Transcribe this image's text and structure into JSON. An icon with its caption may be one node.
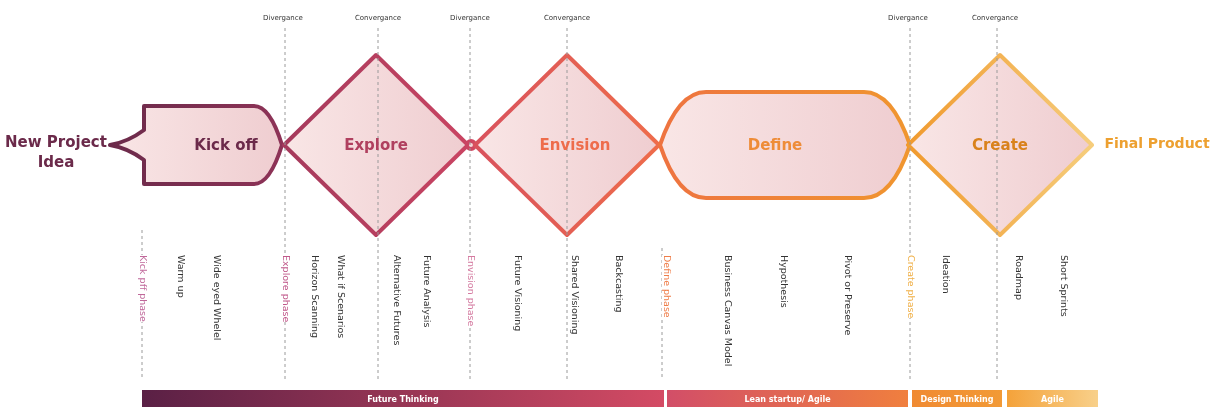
{
  "diagram": {
    "nodes": [
      {
        "text": [
          "New Project Idea"
        ]
      },
      {
        "text": [
          "Kick off"
        ]
      },
      {
        "text": [
          "Explore"
        ]
      },
      {
        "text": [],
        "shape": "circle"
      },
      {
        "text": [
          "Envision"
        ]
      },
      {
        "text": [
          "Define"
        ]
      },
      {
        "text": [
          "Create"
        ]
      },
      {
        "text": [
          "Final Product"
        ]
      },
      {
        "text": [
          "Future Thinking"
        ]
      },
      {
        "text": [
          "Lean startup/ Agile"
        ]
      },
      {
        "text": [
          "Design Thinking"
        ]
      },
      {
        "text": [
          "Agile"
        ]
      }
    ],
    "labels": [
      "Divergance",
      "Convergance",
      "Divergance",
      "Convergance",
      "Divergance",
      "Convergance",
      "Kick pff phase",
      "Warm up",
      "Wide eyed Whelel",
      "Explore phase",
      "Horizon Scanning",
      "What if Scenarios",
      "Alternative Futures",
      "Future Analysis",
      "Envision phase",
      "Future Visioning",
      "Shared Visioning",
      "Backcasting",
      "Define phase",
      "Business Canvas Model",
      "Hypothesis",
      "Pivot or Preserve",
      "Create phase",
      "Ideation",
      "Roadmap",
      "Short Sprints"
    ]
  }
}
